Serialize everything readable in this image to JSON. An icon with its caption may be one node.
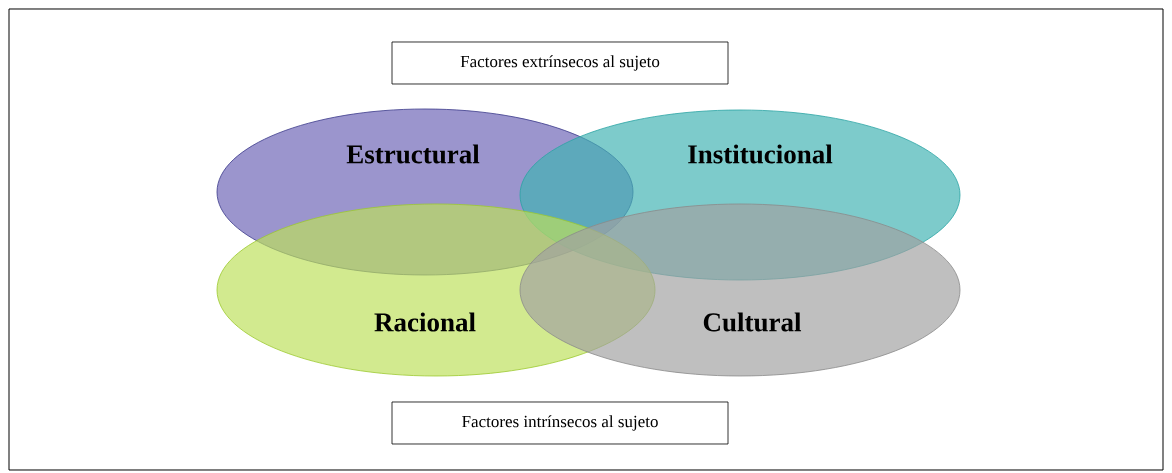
{
  "diagram": {
    "nodes": [
      {
        "text": [
          "Factores extrínsecos al sujeto"
        ]
      },
      {
        "text": [
          "Estructural"
        ]
      },
      {
        "text": [
          "Institucional"
        ]
      },
      {
        "text": [
          "Racional"
        ]
      },
      {
        "text": [
          "Cultural"
        ]
      },
      {
        "text": [
          "Factores intrínsecos al sujeto"
        ]
      }
    ]
  }
}
